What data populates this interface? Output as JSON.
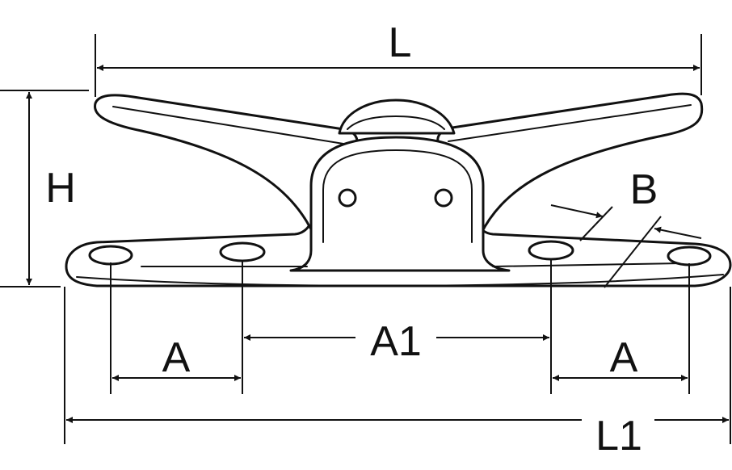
{
  "colors": {
    "ink": "#111111",
    "fill": "#ffffff"
  },
  "labels": {
    "L": "L",
    "L1": "L1",
    "H": "H",
    "A_left": "A",
    "A1": "A1",
    "A_right": "A",
    "B": "B"
  }
}
